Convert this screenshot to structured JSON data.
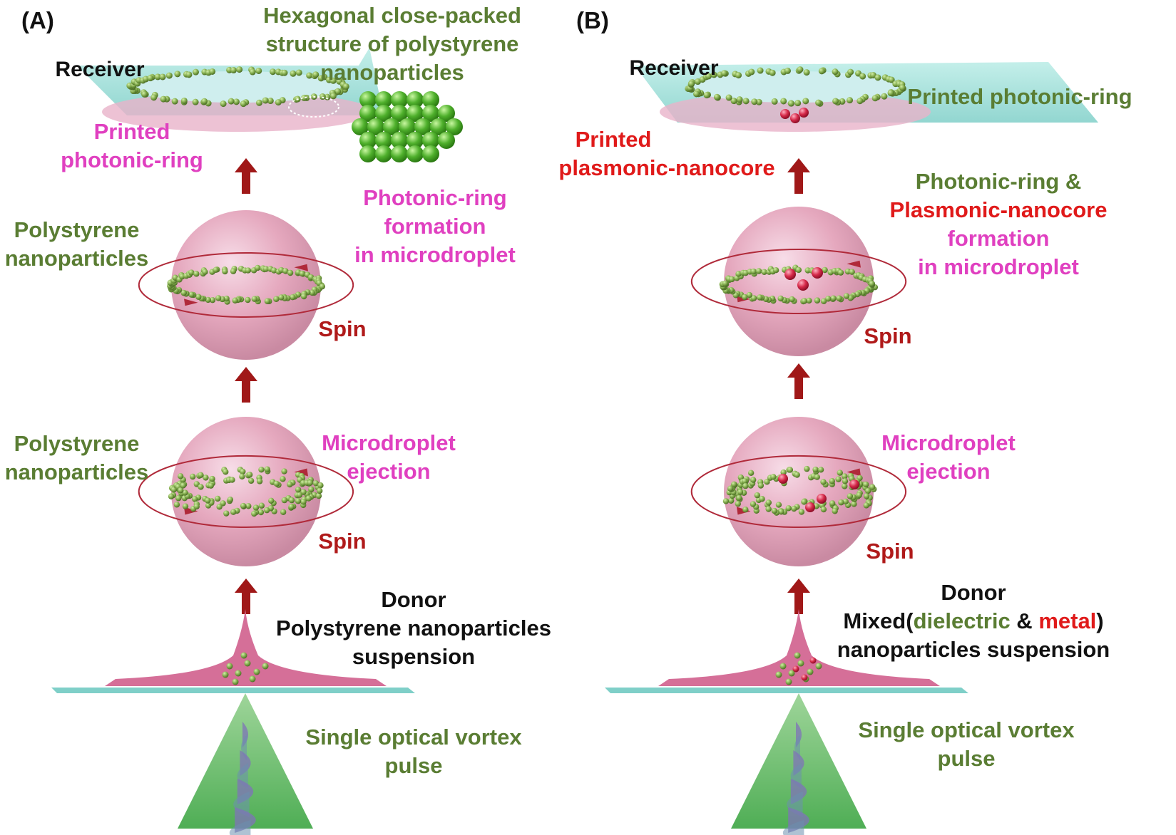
{
  "panel_a": {
    "tag": "(A)",
    "receiver": "Receiver",
    "hcp_line1": "Hexagonal close-packed",
    "hcp_line2": "structure of polystyrene",
    "hcp_line3": "nanoparticles",
    "printed_ring_line1": "Printed",
    "printed_ring_line2": "photonic-ring",
    "ring_form_line1": "Photonic-ring",
    "ring_form_line2": "formation",
    "ring_form_line3": "in microdroplet",
    "ps_upper_line1": "Polystyrene",
    "ps_upper_line2": "nanoparticles",
    "spin_upper": "Spin",
    "ps_lower_line1": "Polystyrene",
    "ps_lower_line2": "nanoparticles",
    "ejection_line1": "Microdroplet",
    "ejection_line2": "ejection",
    "spin_lower": "Spin",
    "donor": "Donor",
    "donor_line2": "Polystyrene nanoparticles",
    "donor_line3": "suspension",
    "vortex_line1": "Single optical vortex",
    "vortex_line2": "pulse"
  },
  "panel_b": {
    "tag": "(B)",
    "receiver": "Receiver",
    "printed_ring": "Printed photonic-ring",
    "nanocore_line1": "Printed",
    "nanocore_line2": "plasmonic-nanocore",
    "form_line1": "Photonic-ring &",
    "form_line2": "Plasmonic-nanocore",
    "form_line3": "formation",
    "form_line4": "in microdroplet",
    "spin_upper": "Spin",
    "ejection_line1": "Microdroplet",
    "ejection_line2": "ejection",
    "spin_lower": "Spin",
    "donor": "Donor",
    "mixed_prefix": "Mixed(",
    "mixed_dielectric": "dielectric",
    "mixed_amp": " & ",
    "mixed_metal": "metal",
    "mixed_suffix": ")",
    "donor_line3": "nanoparticles suspension",
    "vortex_line1": "Single optical vortex",
    "vortex_line2": "pulse"
  },
  "colors": {
    "black_text": "#111111",
    "green_text": "#5a7d33",
    "magenta_text": "#e040c0",
    "red_text": "#e01a1a",
    "spin_text": "#b01a1a",
    "droplet": "#e2a3b9",
    "nanoparticle": "#7fa84a",
    "metal_particle": "#c8203c",
    "substrate": "#8fd6d0",
    "arrow": "#a01818"
  }
}
